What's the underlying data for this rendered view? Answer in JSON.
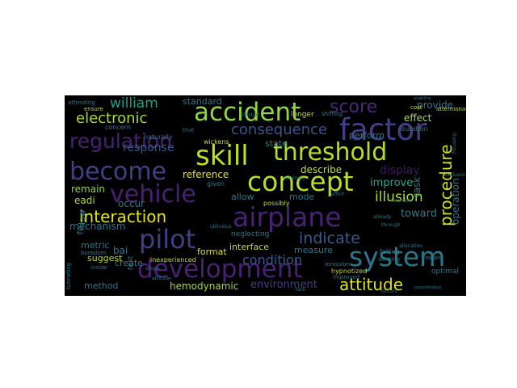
{
  "wordcloud": {
    "colors": {
      "background": "#000000",
      "purple": "#482173",
      "indigo": "#433e85",
      "blue": "#38598c",
      "teal": "#2a788e",
      "green": "#22a884",
      "lime": "#7ad151",
      "yellow": "#bddf26",
      "darkpurple": "#3b1c5e"
    },
    "words": [
      {
        "id": "system",
        "text": "system",
        "color": "#2a788e"
      },
      {
        "id": "development",
        "text": "development",
        "color": "#482173"
      },
      {
        "id": "threshold",
        "text": "threshold",
        "color": "#b5de2b"
      },
      {
        "id": "skill",
        "text": "skill",
        "color": "#bddf26"
      },
      {
        "id": "concept",
        "text": "concept",
        "color": "#b5de2b"
      },
      {
        "id": "airplane",
        "text": "airplane",
        "color": "#482173"
      },
      {
        "id": "accident",
        "text": "accident",
        "color": "#8fd744"
      },
      {
        "id": "factor",
        "text": "factor",
        "color": "#433e85"
      },
      {
        "id": "become",
        "text": "become",
        "color": "#433e85"
      },
      {
        "id": "vehicle",
        "text": "vehicle",
        "color": "#482173"
      },
      {
        "id": "pilot",
        "text": "pilot",
        "color": "#433e85"
      },
      {
        "id": "interaction",
        "text": "interaction",
        "color": "#e5e419"
      },
      {
        "id": "regulation",
        "text": "regulation",
        "color": "#482173"
      },
      {
        "id": "attitude",
        "text": "attitude",
        "color": "#d8e219"
      },
      {
        "id": "procedure",
        "text": "procedure",
        "color": "#c8e020"
      },
      {
        "id": "indicate",
        "text": "indicate",
        "color": "#38598c"
      },
      {
        "id": "consequence",
        "text": "consequence",
        "color": "#3b528b"
      },
      {
        "id": "score",
        "text": "score",
        "color": "#482878"
      },
      {
        "id": "electronic",
        "text": "electronic",
        "color": "#a5db36"
      },
      {
        "id": "william",
        "text": "william",
        "color": "#1fa088"
      },
      {
        "id": "condition",
        "text": "condition",
        "color": "#38598c"
      },
      {
        "id": "illusion",
        "text": "illusion",
        "color": "#a5db36"
      },
      {
        "id": "response",
        "text": "response",
        "color": "#38598c"
      },
      {
        "id": "environment",
        "text": "environment",
        "color": "#433e85"
      },
      {
        "id": "hemodynamic",
        "text": "hemodynamic",
        "color": "#a5db36"
      },
      {
        "id": "reference",
        "text": "reference",
        "color": "#e5e419"
      },
      {
        "id": "describe",
        "text": "describe",
        "color": "#bddf26"
      },
      {
        "id": "display",
        "text": "display",
        "color": "#3b1c5e"
      },
      {
        "id": "improve",
        "text": "improve",
        "color": "#22a884"
      },
      {
        "id": "toward",
        "text": "toward",
        "color": "#2a788e"
      },
      {
        "id": "operation",
        "text": "operation",
        "color": "#2a788e"
      },
      {
        "id": "task",
        "text": "task",
        "color": "#2a788e"
      },
      {
        "id": "mechanism",
        "text": "mechanism",
        "color": "#2a788e"
      },
      {
        "id": "remain",
        "text": "remain",
        "color": "#8fd744"
      },
      {
        "id": "eadi",
        "text": "eadi",
        "color": "#b5de2b"
      },
      {
        "id": "occur",
        "text": "occur",
        "color": "#2a788e"
      },
      {
        "id": "interface",
        "text": "interface",
        "color": "#bddf26"
      },
      {
        "id": "measure",
        "text": "measure",
        "color": "#2a788e"
      },
      {
        "id": "standard",
        "text": "standard",
        "color": "#2a788e"
      },
      {
        "id": "state",
        "text": "state",
        "color": "#2a788e"
      },
      {
        "id": "perform",
        "text": "perform",
        "color": "#2a788e"
      },
      {
        "id": "provide",
        "text": "provide",
        "color": "#2a788e"
      },
      {
        "id": "effect",
        "text": "effect",
        "color": "#a5db36"
      },
      {
        "id": "format",
        "text": "format",
        "color": "#d8e219"
      },
      {
        "id": "suggest",
        "text": "suggest",
        "color": "#bddf26"
      },
      {
        "id": "create",
        "text": "create",
        "color": "#2a788e"
      },
      {
        "id": "method",
        "text": "method",
        "color": "#2a788e"
      },
      {
        "id": "metric",
        "text": "metric",
        "color": "#2a788e"
      },
      {
        "id": "allow",
        "text": "allow",
        "color": "#2a788e"
      },
      {
        "id": "mode",
        "text": "mode",
        "color": "#2a788e"
      },
      {
        "id": "neglecting",
        "text": "neglecting",
        "color": "#2a788e"
      },
      {
        "id": "inexperienced",
        "text": "inexperienced",
        "color": "#bddf26"
      },
      {
        "id": "hypnotized",
        "text": "hypnotized",
        "color": "#bddf26"
      },
      {
        "id": "bai",
        "text": "bai",
        "color": "#2a788e"
      },
      {
        "id": "low",
        "text": "low",
        "color": "#2a788e"
      },
      {
        "id": "fo",
        "text": "fo",
        "color": "#2a788e"
      },
      {
        "id": "concern",
        "text": "concern",
        "color": "#2a788e"
      },
      {
        "id": "longer",
        "text": "longer",
        "color": "#bddf26"
      },
      {
        "id": "wickens",
        "text": "wickens",
        "color": "#bddf26"
      },
      {
        "id": "given",
        "text": "given",
        "color": "#2a788e"
      },
      {
        "id": "failing",
        "text": "failing",
        "color": "#2a788e"
      },
      {
        "id": "test",
        "text": "test",
        "color": "#2a788e"
      },
      {
        "id": "optimal",
        "text": "optimal",
        "color": "#2a788e"
      },
      {
        "id": "attending",
        "text": "attending",
        "color": "#2a788e"
      },
      {
        "id": "ensure",
        "text": "ensure",
        "color": "#bddf26"
      },
      {
        "id": "cost",
        "text": "cost",
        "color": "#bddf26"
      },
      {
        "id": "attentional",
        "text": "attentional",
        "color": "#bddf26"
      },
      {
        "id": "duration",
        "text": "duration",
        "color": "#2a788e"
      },
      {
        "id": "shifting",
        "text": "shifting",
        "color": "#2a788e"
      },
      {
        "id": "reward",
        "text": "reward",
        "color": "#2a788e"
      },
      {
        "id": "possibly",
        "text": "possibly",
        "color": "#bddf26"
      },
      {
        "id": "naturally",
        "text": "naturally",
        "color": "#2a788e"
      },
      {
        "id": "omission",
        "text": "omission",
        "color": "#2a788e"
      },
      {
        "id": "improved",
        "text": "improved",
        "color": "#2a788e"
      },
      {
        "id": "boredom",
        "text": "boredom",
        "color": "#2a788e"
      },
      {
        "id": "inside",
        "text": "inside",
        "color": "#2a788e"
      },
      {
        "id": "tunneling",
        "text": "tunneling",
        "color": "#2a788e"
      },
      {
        "id": "scope",
        "text": "scope",
        "color": "#2a788e"
      },
      {
        "id": "alerting",
        "text": "alerting",
        "color": "#2a788e"
      },
      {
        "id": "occurs",
        "text": "occurs",
        "color": "#2a788e"
      },
      {
        "id": "through",
        "text": "through",
        "color": "#2a788e"
      },
      {
        "id": "already",
        "text": "already",
        "color": "#2a788e"
      },
      {
        "id": "true",
        "text": "true",
        "color": "#2a788e"
      },
      {
        "id": "anomaly",
        "text": "anomaly",
        "color": "#2a788e"
      },
      {
        "id": "focusing",
        "text": "focusing",
        "color": "#2a788e"
      },
      {
        "id": "allocation",
        "text": "allocation",
        "color": "#2a788e"
      },
      {
        "id": "exclusion",
        "text": "exclusion",
        "color": "#2a788e"
      },
      {
        "id": "enabling",
        "text": "enabling",
        "color": "#2a788e"
      },
      {
        "id": "limited",
        "text": "limited",
        "color": "#2a788e"
      },
      {
        "id": "concentration",
        "text": "concentration",
        "color": "#2a788e"
      },
      {
        "id": "effort",
        "text": "effort",
        "color": "#2a788e"
      },
      {
        "id": "fare",
        "text": "fare",
        "color": "#2a788e"
      },
      {
        "id": "wonder",
        "text": "wonder",
        "color": "#2a788e"
      },
      {
        "id": "oblivious",
        "text": "oblivious",
        "color": "#2a788e"
      },
      {
        "id": "attitude2",
        "text": "attitude",
        "color": "#2a788e"
      }
    ]
  }
}
